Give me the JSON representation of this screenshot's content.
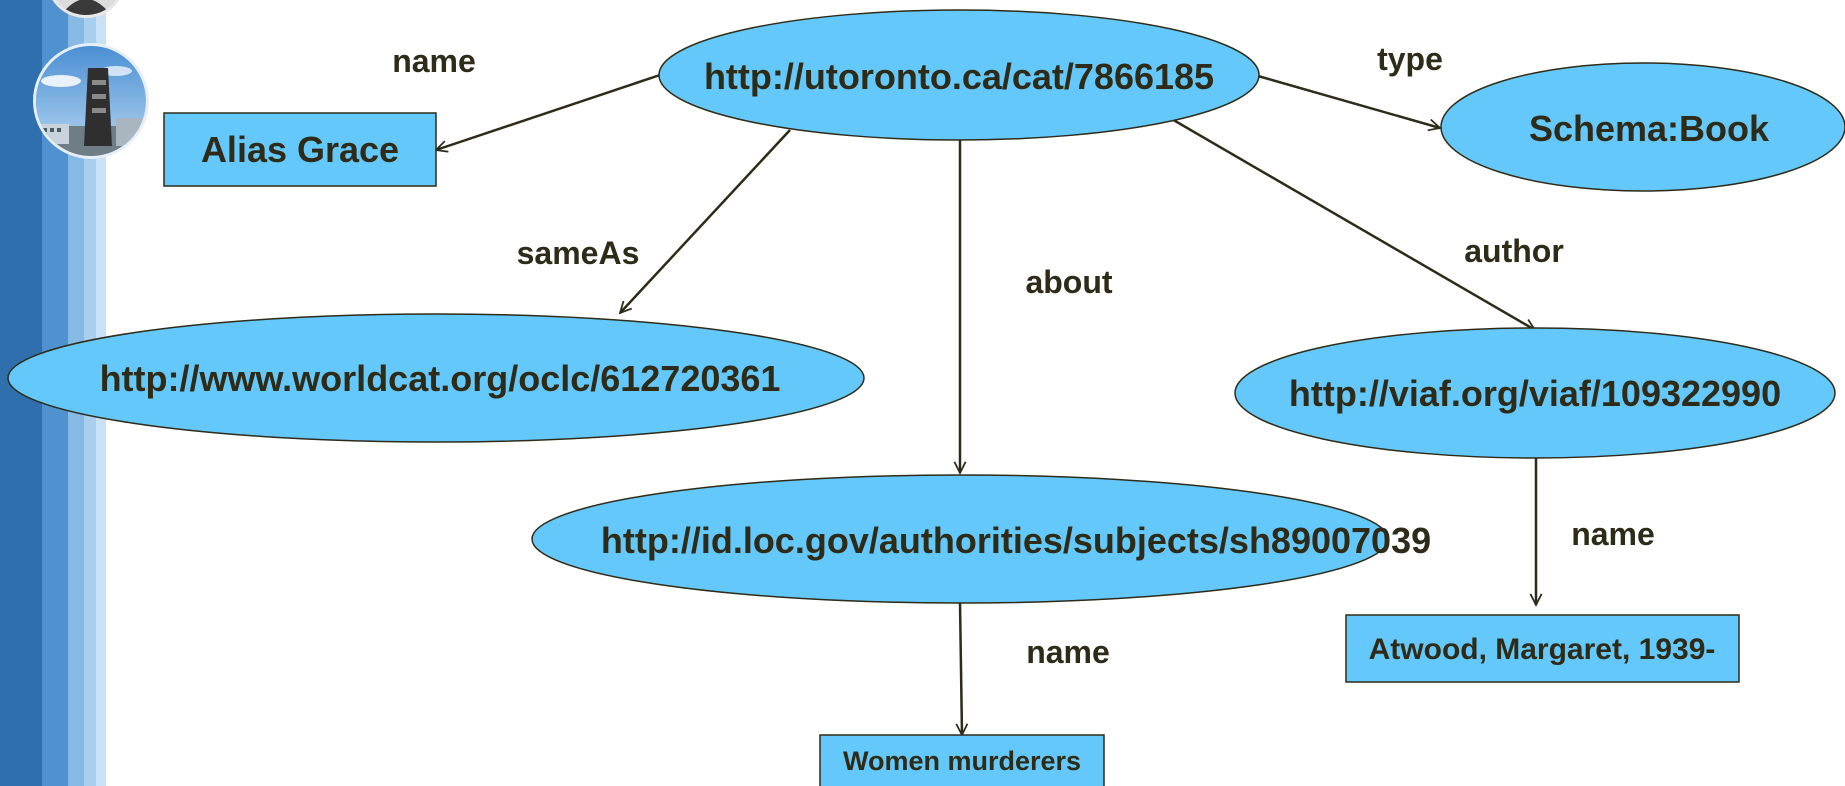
{
  "colors": {
    "node_fill": "#65c8fa",
    "line": "#2e2b18",
    "text": "#2e2b18",
    "sidebar_dark": "#3a88c8",
    "sidebar_light": "#a9cfee"
  },
  "nodes": {
    "catalog": "http://utoronto.ca/cat/7866185",
    "title": "Alias Grace",
    "type": "Schema:Book",
    "worldcat": "http://www.worldcat.org/oclc/612720361",
    "viaf": "http://viaf.org/viaf/109322990",
    "loc": "http://id.loc.gov/authorities/subjects/sh89007039",
    "author_name": "Atwood, Margaret, 1939-",
    "subject_name": "Women murderers"
  },
  "edges": {
    "name_title": "name",
    "type": "type",
    "same_as": "sameAs",
    "about": "about",
    "author": "author",
    "name_author": "name",
    "name_subject": "name"
  }
}
